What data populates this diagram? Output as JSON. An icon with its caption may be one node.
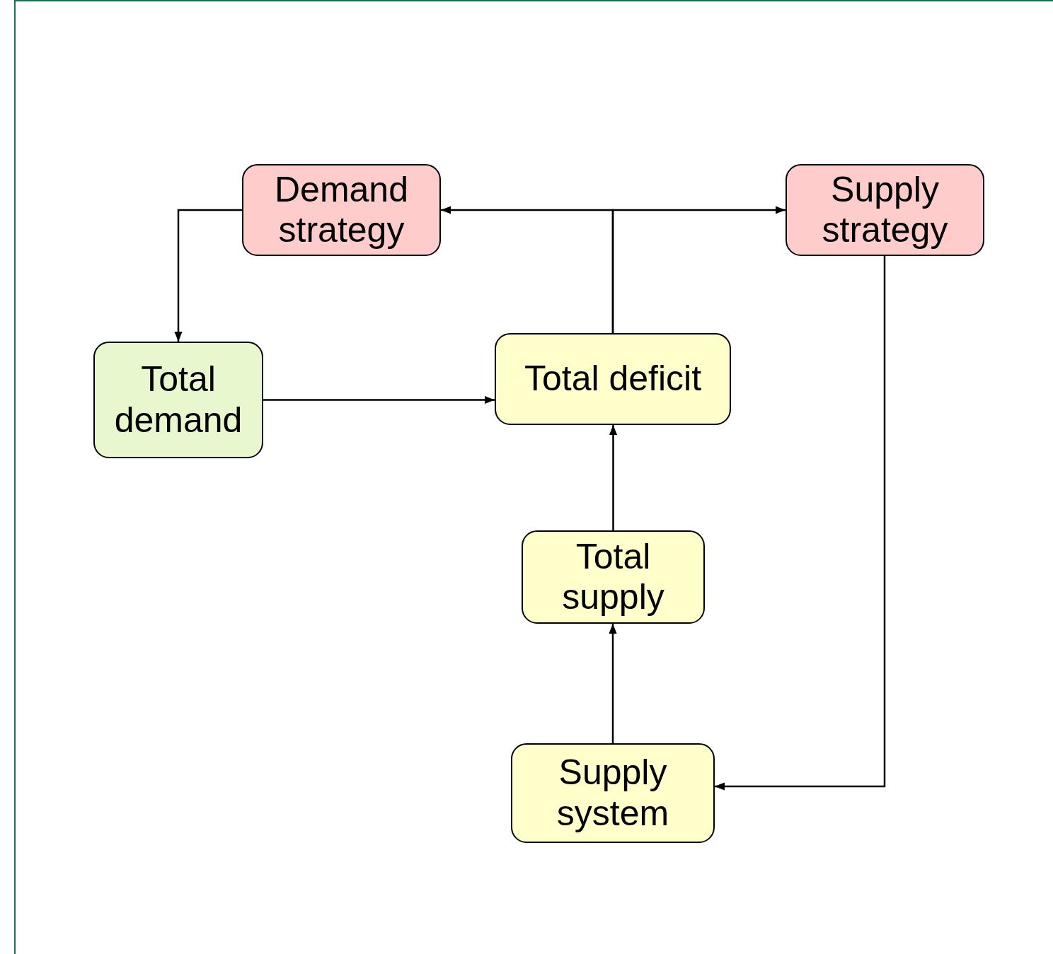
{
  "diagram": {
    "nodes": [
      {
        "text": [
          "Demand strategy"
        ]
      },
      {
        "text": [
          "Supply strategy"
        ]
      },
      {
        "text": [
          "Total demand"
        ]
      },
      {
        "text": [
          "Total deficit"
        ]
      },
      {
        "text": [
          "Total supply"
        ]
      },
      {
        "text": [
          "Supply system"
        ]
      }
    ],
    "edges": [
      {
        "from": 3,
        "to": 0,
        "arrow": "to"
      },
      {
        "from": 3,
        "to": 1,
        "arrow": "to"
      },
      {
        "from": 0,
        "to": 2,
        "arrow": "to"
      },
      {
        "from": 2,
        "to": 3,
        "arrow": "to"
      },
      {
        "from": 4,
        "to": 3,
        "arrow": "to"
      },
      {
        "from": 5,
        "to": 4,
        "arrow": "to"
      },
      {
        "from": 1,
        "to": 5,
        "arrow": "to"
      }
    ]
  }
}
